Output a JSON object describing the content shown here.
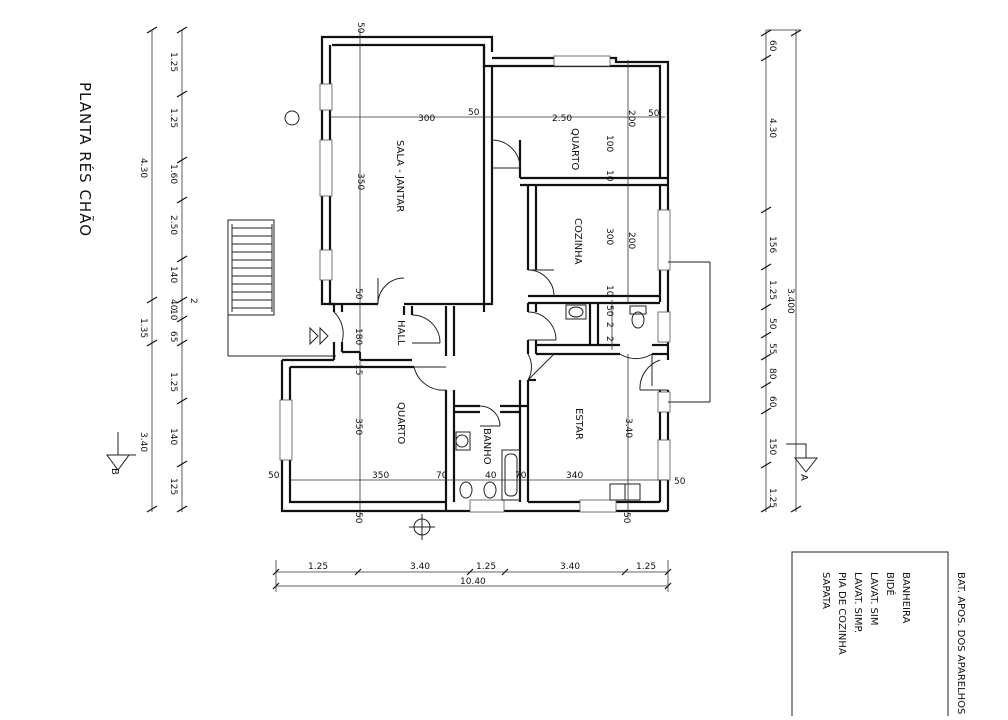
{
  "title": "PLANTA RÉS CHÃO",
  "rooms": {
    "sala": "SALA - JANTAR",
    "quarto_top": "QUARTO",
    "cozinha": "COZINHA",
    "hall": "HALL",
    "quarto_bottom": "QUARTO",
    "banho": "BANHO",
    "estar": "ESTAR"
  },
  "inner_dims": {
    "sala_w": "300",
    "sala_h": "350",
    "sala_top": "50",
    "sala_bot": "50",
    "gap_50": "50",
    "quarto_w": "2.50",
    "quarto_200": "200",
    "quarto_100": "100",
    "quarto_r50": "50",
    "cozinha_10a": "10",
    "cozinha_300": "300",
    "cozinha_200": "200",
    "cozinha_10b": "10",
    "hall_180": "180",
    "hall_15": "15",
    "wc_50": "50",
    "wc_2a": "2",
    "wc_2b": "2",
    "quarto2_w": "350",
    "quarto2_h": "350",
    "quarto2_50": "50",
    "quarto2_70": "70",
    "banho_40": "40",
    "banho_70": "70",
    "estar_w": "340",
    "estar_h": "3.40",
    "estar_50": "50",
    "bottom_50a": "50",
    "bottom_50b": "50"
  },
  "left_dim_chain": [
    "1.25",
    "1.25",
    "1.60",
    "2.50",
    "140",
    "40",
    "65",
    "1.25",
    "125",
    "140",
    "125"
  ],
  "left_dim_sub": [
    "10",
    "2"
  ],
  "left_total_top": "4.30",
  "left_total_bottom": "3.40",
  "left_total_mid": "1.35",
  "right_dim_chain": [
    "60",
    "4.30",
    "156",
    "1.25",
    "50",
    "55",
    "80",
    "60",
    "150",
    "1.25"
  ],
  "right_total": "3.400",
  "bottom_dim_chain": [
    "1.25",
    "3.40",
    "1.25",
    "3.40",
    "1.25"
  ],
  "bottom_total": "10.40",
  "section_a": "A",
  "section_b": "B",
  "legend": {
    "heading": "BAT. APOS. DOS APARELHOS",
    "items": [
      "BANHEIRA",
      "BIDÉ",
      "LAVAT. SIM",
      "LAVAT. SIMP.",
      "PIA DE COZINHA",
      "SAPATA"
    ]
  }
}
